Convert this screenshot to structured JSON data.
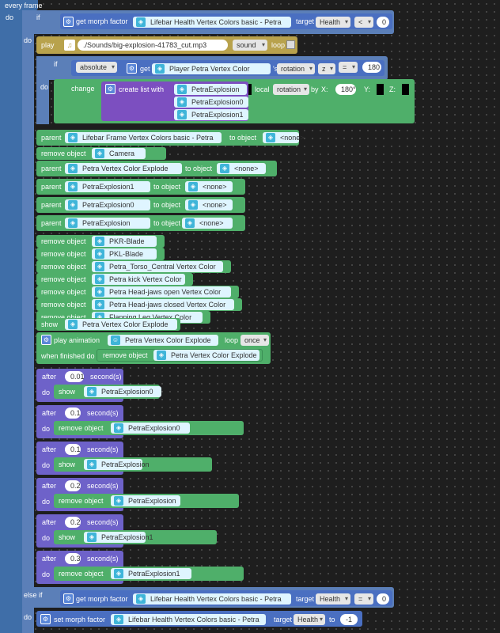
{
  "event": {
    "label": "every frame",
    "do": "do"
  },
  "kw": {
    "if": "if",
    "do": "do",
    "else_if": "else if",
    "to_object": "to object",
    "target": "target",
    "by": "by",
    "to": "to"
  },
  "if1": {
    "get_morph": "get morph factor",
    "object": "Lifebar Health Vertex Colors basic - Petra",
    "target": "Health",
    "op": "<",
    "value": "0"
  },
  "play": {
    "label": "play",
    "sound_path": "./Sounds/big-explosion-41783_cut.mp3",
    "sound_kind": "sound",
    "loop": "loop"
  },
  "if2": {
    "mode": "absolute",
    "get": "get",
    "object": "Player Petra Vertex Color",
    "of": "'s",
    "prop": "rotation",
    "axis": "z",
    "op": "=",
    "value": "180"
  },
  "change": {
    "label": "change",
    "list_label": "create list with",
    "items": [
      "PetraExplosion",
      "PetraExplosion0",
      "PetraExplosion1"
    ],
    "local": "local",
    "prop": "rotation",
    "x": "X:",
    "x_val": "180°",
    "y": "Y:",
    "z": "Z:"
  },
  "parents": [
    {
      "label": "parent",
      "obj": "Lifebar Frame Vertex Colors basic - Petra",
      "target": "<none>"
    },
    {
      "label": "parent",
      "obj": "Petra Vertex Color Explode",
      "target": "<none>"
    },
    {
      "label": "parent",
      "obj": "PetraExplosion1",
      "target": "<none>"
    },
    {
      "label": "parent",
      "obj": "PetraExplosion0",
      "target": "<none>"
    },
    {
      "label": "parent",
      "obj": "PetraExplosion",
      "target": "<none>"
    }
  ],
  "remove_camera": {
    "label": "remove object",
    "obj": "Camera"
  },
  "removes": [
    "PKR-Blade",
    "PKL-Blade",
    "Petra_Torso_Central Vertex Color",
    "Petra kick Vertex Color",
    "Petra Head-jaws open Vertex Color",
    "Petra Head-jaws closed Vertex Color",
    "Flapping Leg Vertex Color"
  ],
  "remove_label": "remove object",
  "show1": {
    "label": "show",
    "obj": "Petra Vertex  Color Explode"
  },
  "anim": {
    "label": "play animation",
    "obj": "Petra Vertex Color Explode",
    "loop": "loop",
    "loop_val": "once",
    "when_finished": "when finished do",
    "remove": "remove object",
    "remove_obj": "Petra Vertex  Color Explode"
  },
  "timers": [
    {
      "after": "after",
      "sec": "0.01",
      "unit": "second(s)",
      "do": "do",
      "action": "show",
      "obj": "PetraExplosion0"
    },
    {
      "after": "after",
      "sec": "0.1",
      "unit": "second(s)",
      "do": "do",
      "action": "remove object",
      "obj": "PetraExplosion0"
    },
    {
      "after": "after",
      "sec": "0.1",
      "unit": "second(s)",
      "do": "do",
      "action": "show",
      "obj": "PetraExplosion"
    },
    {
      "after": "after",
      "sec": "0.2",
      "unit": "second(s)",
      "do": "do",
      "action": "remove object",
      "obj": "PetraExplosion"
    },
    {
      "after": "after",
      "sec": "0.2",
      "unit": "second(s)",
      "do": "do",
      "action": "show",
      "obj": "PetraExplosion1"
    },
    {
      "after": "after",
      "sec": "0.3",
      "unit": "second(s)",
      "do": "do",
      "action": "remove object",
      "obj": "PetraExplosion1"
    }
  ],
  "elseif": {
    "get_morph": "get morph factor",
    "object": "Lifebar Health Vertex Colors basic - Petra",
    "target": "Health",
    "op": "=",
    "value": "0"
  },
  "setmorph": {
    "label": "set morph factor",
    "object": "Lifebar Health Vertex Colors basic - Petra",
    "target": "Health",
    "value": "-1"
  }
}
